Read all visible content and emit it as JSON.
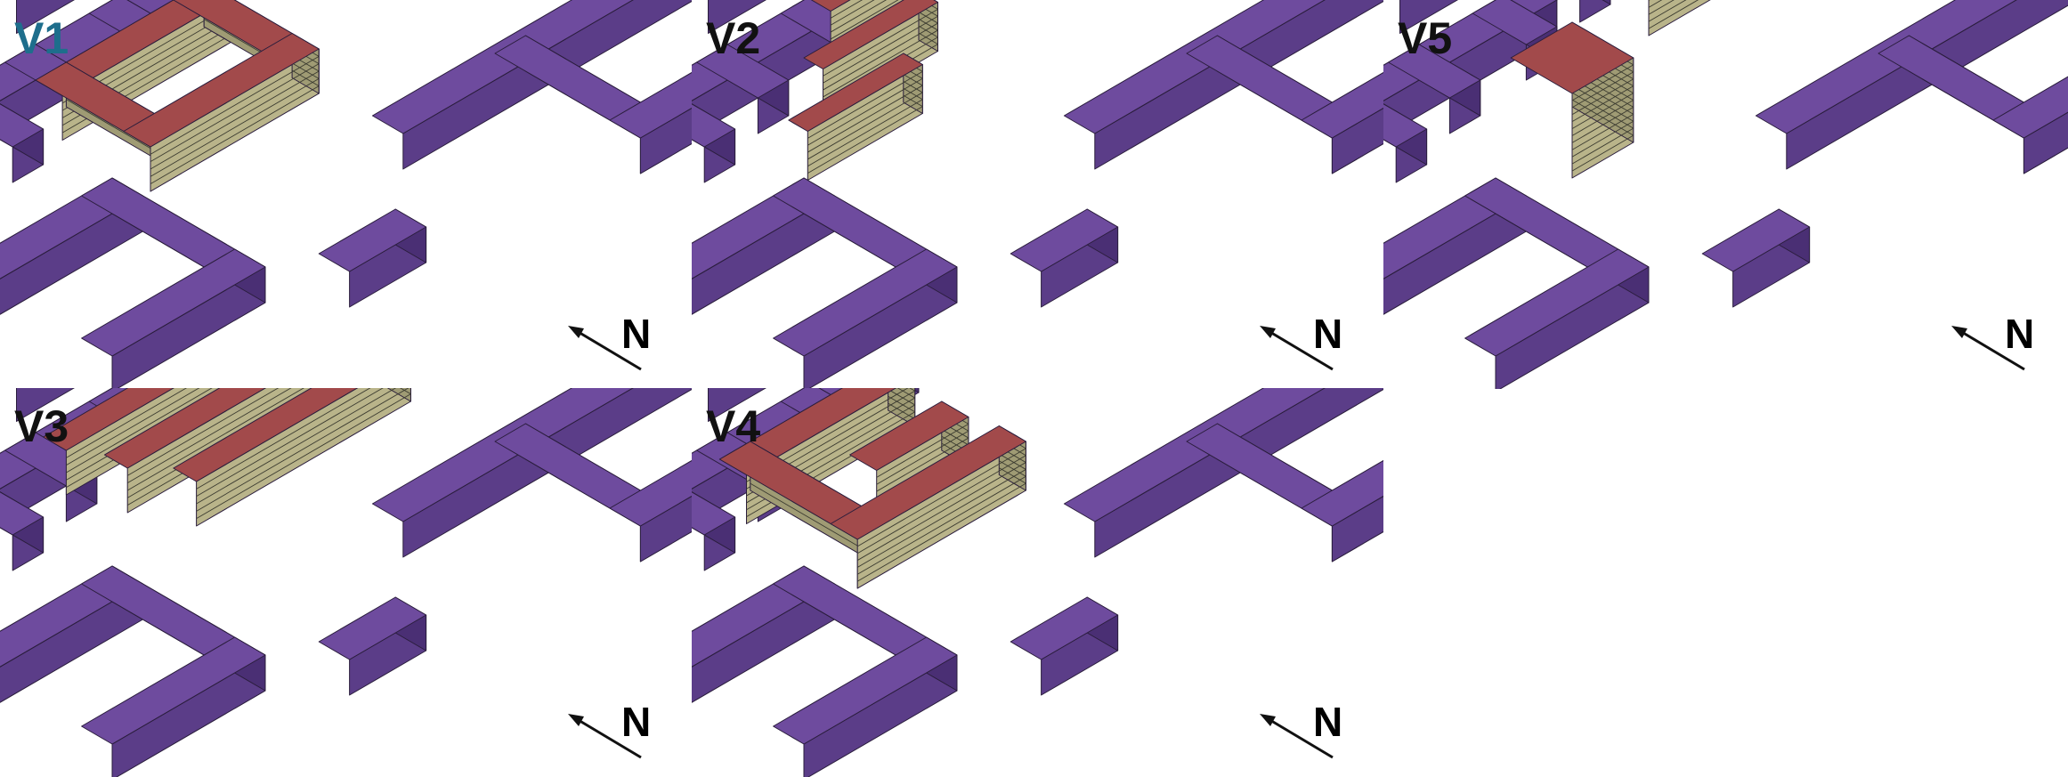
{
  "panels": [
    {
      "id": "V1",
      "label": "V1",
      "variant": "courtyard-ring"
    },
    {
      "id": "V2",
      "label": "V2",
      "variant": "three-short-bars"
    },
    {
      "id": "V5",
      "label": "V5",
      "variant": "two-towers"
    },
    {
      "id": "V3",
      "label": "V3",
      "variant": "three-long-bars"
    },
    {
      "id": "V4",
      "label": "V4",
      "variant": "e-shape"
    }
  ],
  "north_label": "N",
  "colors": {
    "context_top": "#6e4b9e",
    "context_left": "#5b3d88",
    "context_right": "#4a2f74",
    "building_roof": "#a24a4b",
    "building_side_a": "#b9b48a",
    "building_side_b": "#9f9b74",
    "floor_line": "#3b3b30",
    "highlight_label": "#1e6e8c",
    "label": "#111111"
  },
  "icons": [
    "north-arrow-icon"
  ]
}
